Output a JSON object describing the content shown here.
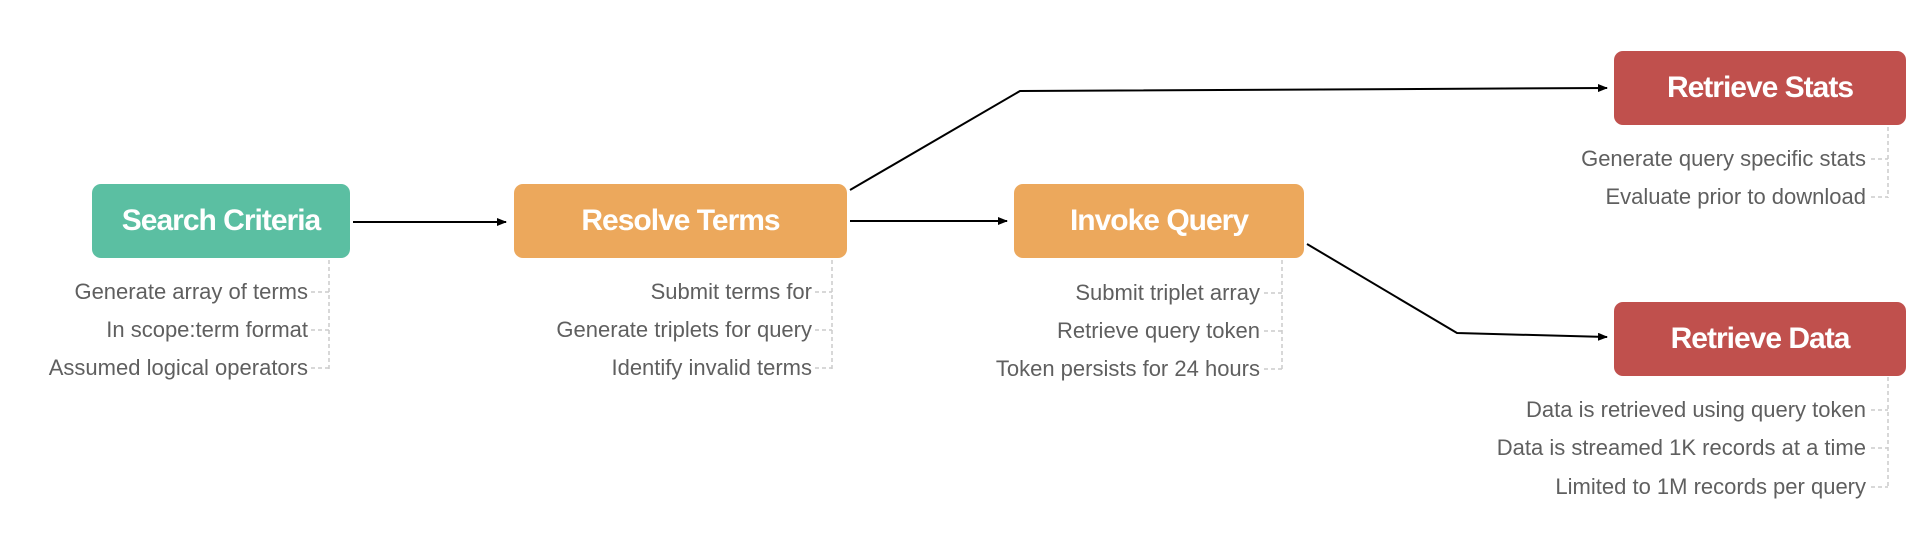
{
  "colors": {
    "start": "#5bbfa2",
    "process": "#eca85c",
    "output": "#c0504d",
    "note_text": "#5f5f5f",
    "bracket": "#cccccc",
    "edge": "#000000"
  },
  "nodes": {
    "search_criteria": {
      "label": "Search Criteria",
      "notes": [
        "Generate array of terms",
        "In scope:term format",
        "Assumed logical operators"
      ]
    },
    "resolve_terms": {
      "label": "Resolve Terms",
      "notes": [
        "Submit terms for",
        "Generate triplets for query",
        "Identify invalid terms"
      ]
    },
    "invoke_query": {
      "label": "Invoke Query",
      "notes": [
        "Submit triplet array",
        "Retrieve query token",
        "Token persists for 24 hours"
      ]
    },
    "retrieve_stats": {
      "label": "Retrieve Stats",
      "notes": [
        "Generate query specific stats",
        "Evaluate prior to download"
      ]
    },
    "retrieve_data": {
      "label": "Retrieve Data",
      "notes": [
        "Data is retrieved using query token",
        "Data is streamed 1K records at a time",
        "Limited to 1M records per query"
      ]
    }
  },
  "edges": [
    {
      "from": "search_criteria",
      "to": "resolve_terms"
    },
    {
      "from": "resolve_terms",
      "to": "invoke_query"
    },
    {
      "from": "resolve_terms",
      "to": "retrieve_stats"
    },
    {
      "from": "invoke_query",
      "to": "retrieve_data"
    }
  ]
}
